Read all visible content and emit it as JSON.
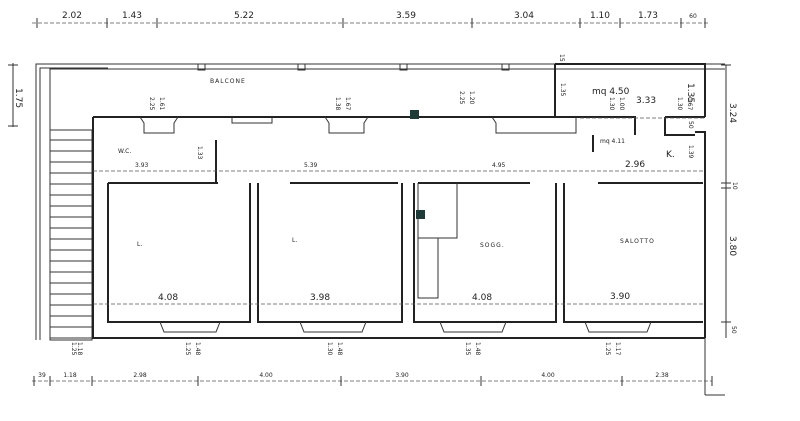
{
  "plan": {
    "top_dimensions": [
      "2.02",
      "1.43",
      "5.22",
      "3.59",
      "3.04",
      "1.10",
      "1.73",
      "60"
    ],
    "bottom_dimensions": [
      "39",
      "1.18",
      "2.98",
      "4.00",
      "3.90",
      "4.00",
      "2.38"
    ],
    "left_dimension": "1.75",
    "right_dimensions": [
      "3.24",
      "10",
      "3.80",
      "50"
    ],
    "rooms": {
      "balcony": "BALCONE",
      "wc": "W.C.",
      "kitchen": "K.",
      "bedroom1": "L.",
      "bedroom2": "L.",
      "living": "SOGG.",
      "salotto": "SALOTTO"
    },
    "areas": [
      "mq 4.50",
      "mq 4.11"
    ],
    "inner_dimensions": {
      "corridor": [
        "3.93",
        "5.39",
        "4.95",
        "2.96"
      ],
      "rooms_width": [
        "4.08",
        "3.98",
        "4.08",
        "3.90"
      ],
      "small": [
        "1.33",
        "1.35",
        "1.35",
        "3.33",
        "50",
        "1.39",
        "2.25",
        "1.20",
        "15"
      ],
      "windows_top": [
        "2.25",
        "1.61",
        "1.38",
        "1.67",
        "1.30",
        "1.00",
        "1.30",
        "0.67"
      ],
      "windows_bottom": [
        "1.25",
        "1.18",
        "1.25",
        "1.48",
        "1.30",
        "1.48",
        "1.35",
        "1.48",
        "1.25",
        "1.17"
      ]
    }
  }
}
